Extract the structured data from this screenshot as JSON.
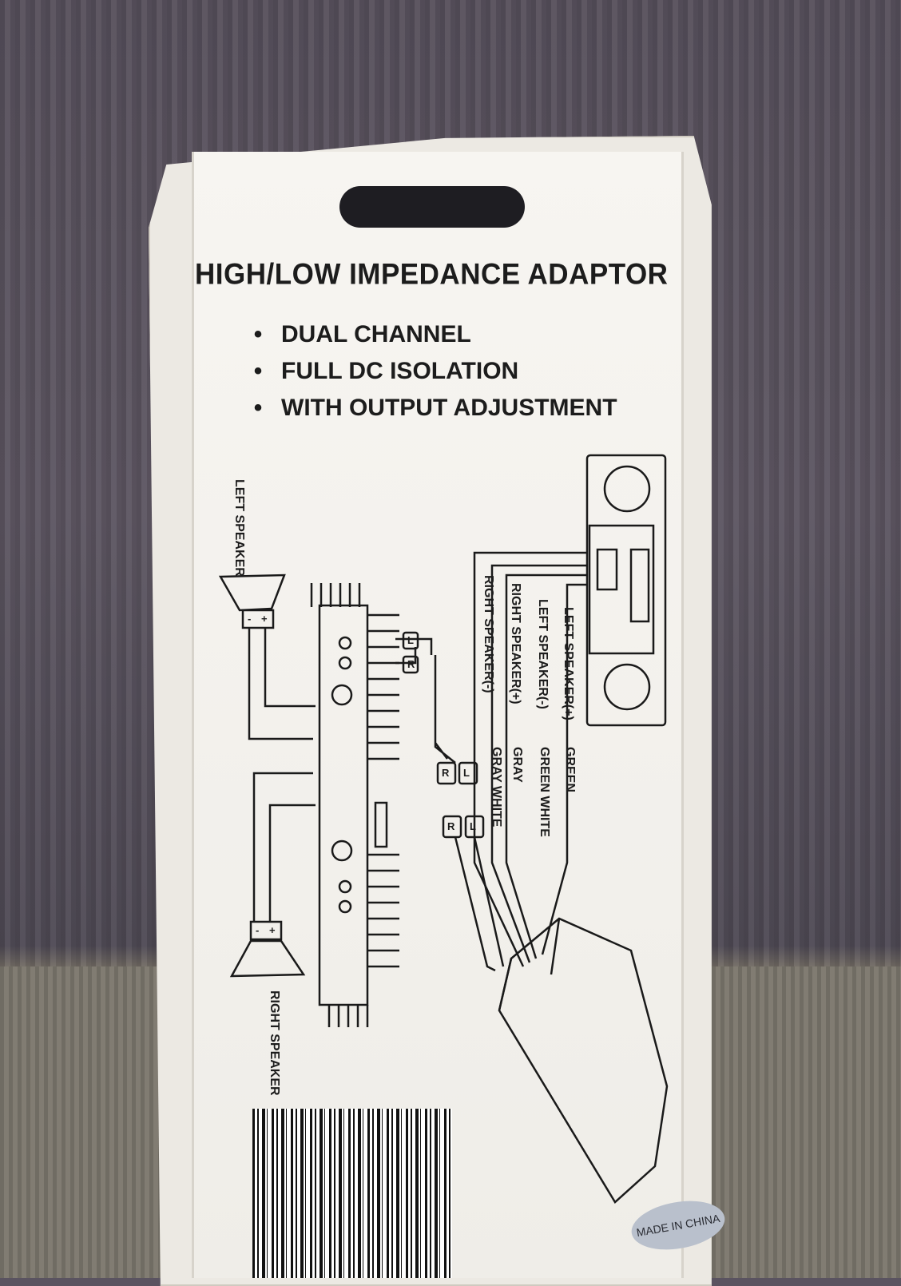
{
  "package": {
    "title": "HIGH/LOW IMPEDANCE ADAPTOR",
    "features": [
      "DUAL CHANNEL",
      "FULL DC ISOLATION",
      "WITH OUTPUT ADJUSTMENT"
    ],
    "bullet": "•",
    "made_in": "MADE IN CHINA"
  },
  "diagram": {
    "left_speaker": "LEFT SPEAKER",
    "right_speaker": "RIGHT SPEAKER",
    "wire_labels": [
      "LEFT SPEAKER(+)",
      "LEFT SPEAKER(-)",
      "RIGHT SPEAKER(+)",
      "RIGHT SPEAKER(-)"
    ],
    "wire_colors": [
      "GREEN",
      "GREEN WHITE",
      "GRAY",
      "GRAY WHITE"
    ],
    "rca_left": "L",
    "rca_right": "R",
    "terminal_plus": "+",
    "terminal_minus": "-"
  }
}
